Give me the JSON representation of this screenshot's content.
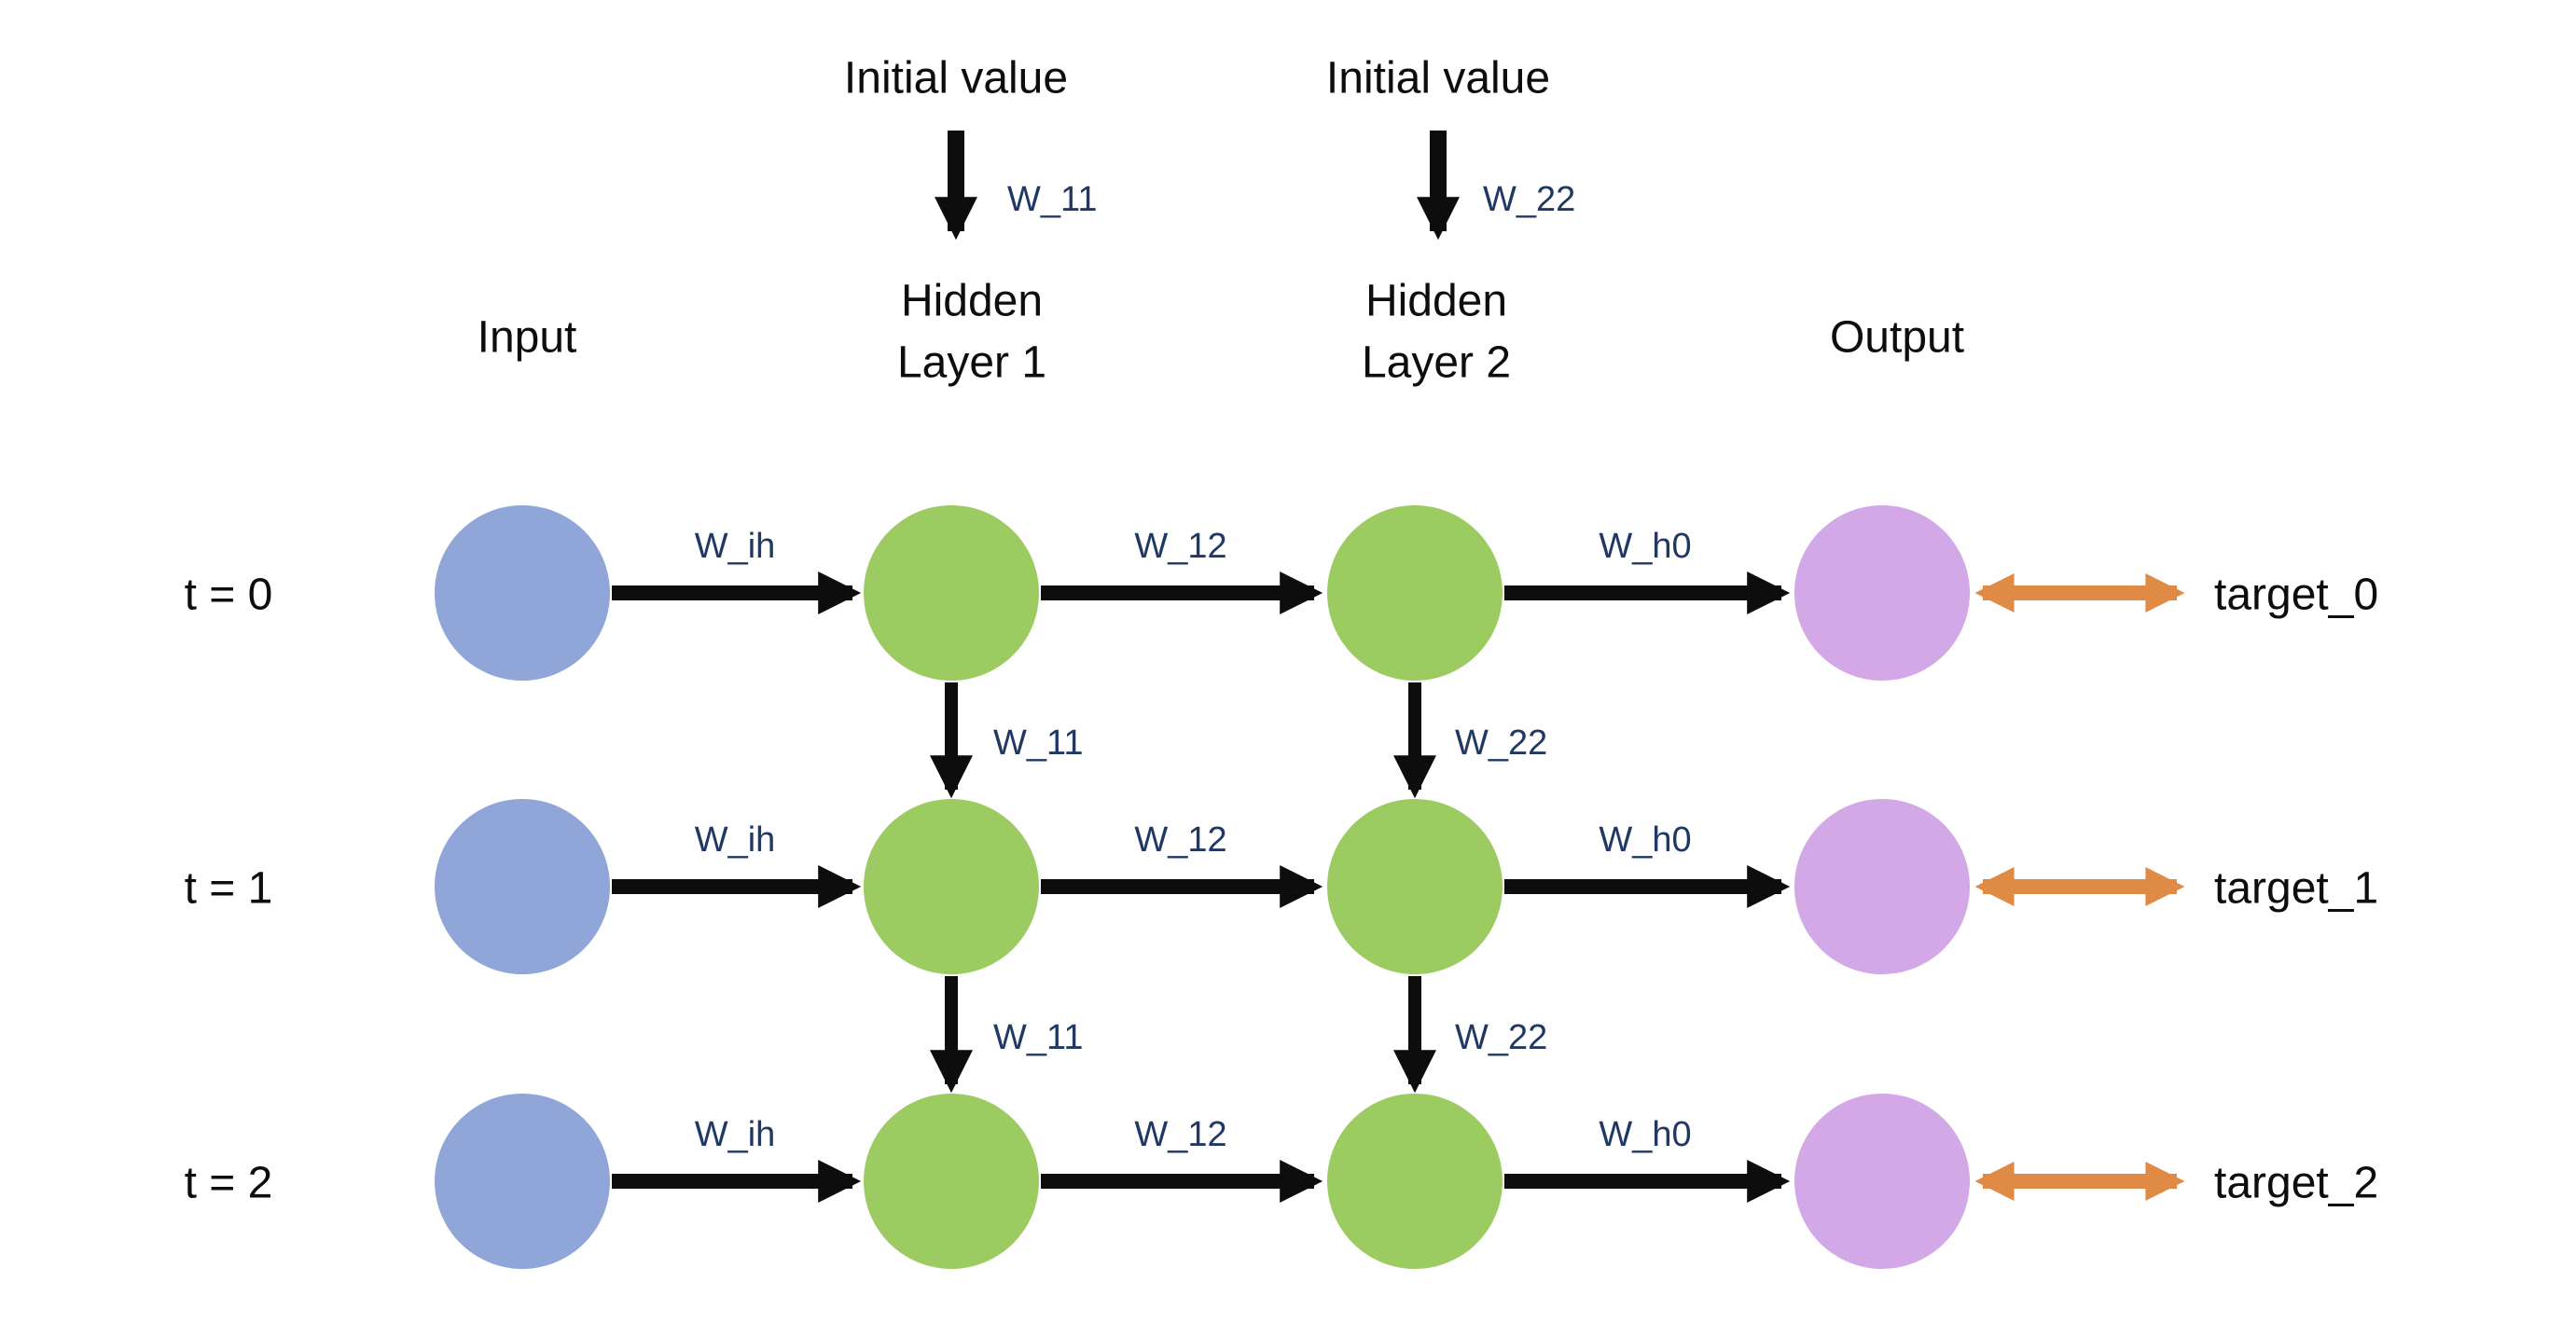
{
  "colors": {
    "input_node": "#90A6D8",
    "hidden_node": "#9CCB62",
    "output_node": "#D3A8E6",
    "arrow": "#0D0D0D",
    "target_arrow": "#DF8B46",
    "weight_label": "#1F3864",
    "text": "#0D0D0D"
  },
  "top": {
    "initial_value_1": "Initial value",
    "initial_value_2": "Initial value",
    "w11": "W_11",
    "w22": "W_22"
  },
  "headers": {
    "input": "Input",
    "hidden1_line1": "Hidden",
    "hidden1_line2": "Layer 1",
    "hidden2_line1": "Hidden",
    "hidden2_line2": "Layer 2",
    "output": "Output"
  },
  "rows": [
    {
      "time": "t = 0",
      "w_ih": "W_ih",
      "w_12": "W_12",
      "w_h0": "W_h0",
      "target": "target_0"
    },
    {
      "time": "t = 1",
      "w_ih": "W_ih",
      "w_12": "W_12",
      "w_h0": "W_h0",
      "target": "target_1"
    },
    {
      "time": "t = 2",
      "w_ih": "W_ih",
      "w_12": "W_12",
      "w_h0": "W_h0",
      "target": "target_2"
    }
  ],
  "recurrent": [
    {
      "w11": "W_11",
      "w22": "W_22"
    },
    {
      "w11": "W_11",
      "w22": "W_22"
    }
  ]
}
